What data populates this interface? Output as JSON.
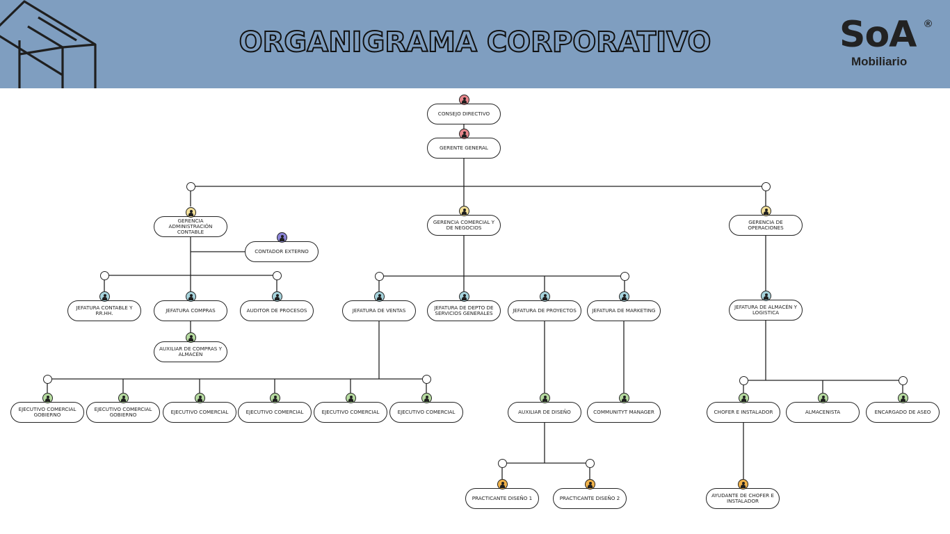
{
  "header": {
    "title": "ORGANIGRAMA CORPORATIVO",
    "logo_main": "SoA",
    "logo_mark": "®",
    "logo_sub": "Mobiliario",
    "background": "#7f9ec0"
  },
  "colors": {
    "red": "#e8878c",
    "yellow": "#f4e19a",
    "purple": "#8b84d8",
    "blue": "#a6d3dc",
    "green": "#b6dba0",
    "orange": "#f0b24a"
  },
  "nodes": [
    {
      "id": "consejo",
      "label": "CONSEJO DIRECTIVO",
      "avatar": "red",
      "icon": "person-icon"
    },
    {
      "id": "gerente",
      "label": "GERENTE GENERAL",
      "avatar": "red",
      "icon": "person-icon"
    },
    {
      "id": "ger_admin",
      "label": "GERENCIA ADMINISTRACIÓN CONTABLE",
      "avatar": "yellow",
      "icon": "person-icon"
    },
    {
      "id": "ger_comercial",
      "label": "GERENCIA COMERCIAL Y DE NEGOCIOS",
      "avatar": "yellow",
      "icon": "person-icon"
    },
    {
      "id": "ger_oper",
      "label": "GERENCIA DE OPERACIONES",
      "avatar": "yellow",
      "icon": "person-icon"
    },
    {
      "id": "contador",
      "label": "CONTADOR EXTERNO",
      "avatar": "purple",
      "icon": "person-icon"
    },
    {
      "id": "jef_contable",
      "label": "JEFATURA CONTABLE Y RR.HH.",
      "avatar": "blue",
      "icon": "person-icon"
    },
    {
      "id": "jef_compras",
      "label": "JEFATURA COMPRAS",
      "avatar": "blue",
      "icon": "person-icon"
    },
    {
      "id": "auditor",
      "label": "AUDITOR DE PROCESOS",
      "avatar": "blue",
      "icon": "person-icon"
    },
    {
      "id": "jef_ventas",
      "label": "JEFATURA DE VENTAS",
      "avatar": "blue",
      "icon": "person-icon"
    },
    {
      "id": "jef_serv",
      "label": "JEFATURA DE DEPTO DE SERVICIOS GENERALES",
      "avatar": "blue",
      "icon": "person-icon"
    },
    {
      "id": "jef_proy",
      "label": "JEFATURA DE PROYECTOS",
      "avatar": "blue",
      "icon": "person-icon"
    },
    {
      "id": "jef_mkt",
      "label": "JEFATURA DE MARKETING",
      "avatar": "blue",
      "icon": "person-icon"
    },
    {
      "id": "jef_almacen",
      "label": "JEFATURA DE ALMACÉN Y LOGISTICA",
      "avatar": "blue",
      "icon": "person-icon"
    },
    {
      "id": "aux_compras",
      "label": "AUXILIAR DE COMPRAS Y ALMACÉN",
      "avatar": "green",
      "icon": "person-icon"
    },
    {
      "id": "ejec1",
      "label": "EJECUTIVO COMERCIAL GOBIERNO",
      "avatar": "green",
      "icon": "person-icon"
    },
    {
      "id": "ejec2",
      "label": "EJECUTIVO COMERCIAL GOBIERNO",
      "avatar": "green",
      "icon": "person-icon"
    },
    {
      "id": "ejec3",
      "label": "EJECUTIVO COMERCIAL",
      "avatar": "green",
      "icon": "person-icon"
    },
    {
      "id": "ejec4",
      "label": "EJECUTIVO COMERCIAL",
      "avatar": "green",
      "icon": "person-icon"
    },
    {
      "id": "ejec5",
      "label": "EJECUTIVO COMERCIAL",
      "avatar": "green",
      "icon": "person-icon"
    },
    {
      "id": "ejec6",
      "label": "EJECUTIVO COMERCIAL",
      "avatar": "green",
      "icon": "person-icon"
    },
    {
      "id": "aux_diseno",
      "label": "AUXILIAR DE DISEÑO",
      "avatar": "green",
      "icon": "person-icon"
    },
    {
      "id": "community",
      "label": "COMMUNITYT MANAGER",
      "avatar": "green",
      "icon": "person-icon"
    },
    {
      "id": "chofer",
      "label": "CHOFER E INSTALADOR",
      "avatar": "green",
      "icon": "person-icon"
    },
    {
      "id": "almacenista",
      "label": "ALMACENISTA",
      "avatar": "green",
      "icon": "person-icon"
    },
    {
      "id": "aseo",
      "label": "ENCARGADO DE ASEO",
      "avatar": "green",
      "icon": "person-icon"
    },
    {
      "id": "pract1",
      "label": "PRACTICANTE DISEÑO 1",
      "avatar": "orange",
      "icon": "person-icon"
    },
    {
      "id": "pract2",
      "label": "PRACTICANTE DISEÑO 2",
      "avatar": "orange",
      "icon": "person-icon"
    },
    {
      "id": "ayudante",
      "label": "AYUDANTE DE CHOFER E INSTALADOR",
      "avatar": "orange",
      "icon": "person-icon"
    }
  ],
  "edges": [
    [
      "consejo",
      "gerente"
    ],
    [
      "gerente",
      "ger_admin"
    ],
    [
      "gerente",
      "ger_comercial"
    ],
    [
      "gerente",
      "ger_oper"
    ],
    [
      "ger_admin",
      "contador"
    ],
    [
      "ger_admin",
      "jef_contable"
    ],
    [
      "ger_admin",
      "jef_compras"
    ],
    [
      "ger_admin",
      "auditor"
    ],
    [
      "jef_compras",
      "aux_compras"
    ],
    [
      "ger_comercial",
      "jef_ventas"
    ],
    [
      "ger_comercial",
      "jef_serv"
    ],
    [
      "ger_comercial",
      "jef_proy"
    ],
    [
      "ger_comercial",
      "jef_mkt"
    ],
    [
      "jef_ventas",
      "ejec1"
    ],
    [
      "jef_ventas",
      "ejec2"
    ],
    [
      "jef_ventas",
      "ejec3"
    ],
    [
      "jef_ventas",
      "ejec4"
    ],
    [
      "jef_ventas",
      "ejec5"
    ],
    [
      "jef_ventas",
      "ejec6"
    ],
    [
      "jef_proy",
      "aux_diseno"
    ],
    [
      "aux_diseno",
      "pract1"
    ],
    [
      "aux_diseno",
      "pract2"
    ],
    [
      "jef_mkt",
      "community"
    ],
    [
      "ger_oper",
      "jef_almacen"
    ],
    [
      "jef_almacen",
      "chofer"
    ],
    [
      "jef_almacen",
      "almacenista"
    ],
    [
      "jef_almacen",
      "aseo"
    ],
    [
      "chofer",
      "ayudante"
    ]
  ]
}
